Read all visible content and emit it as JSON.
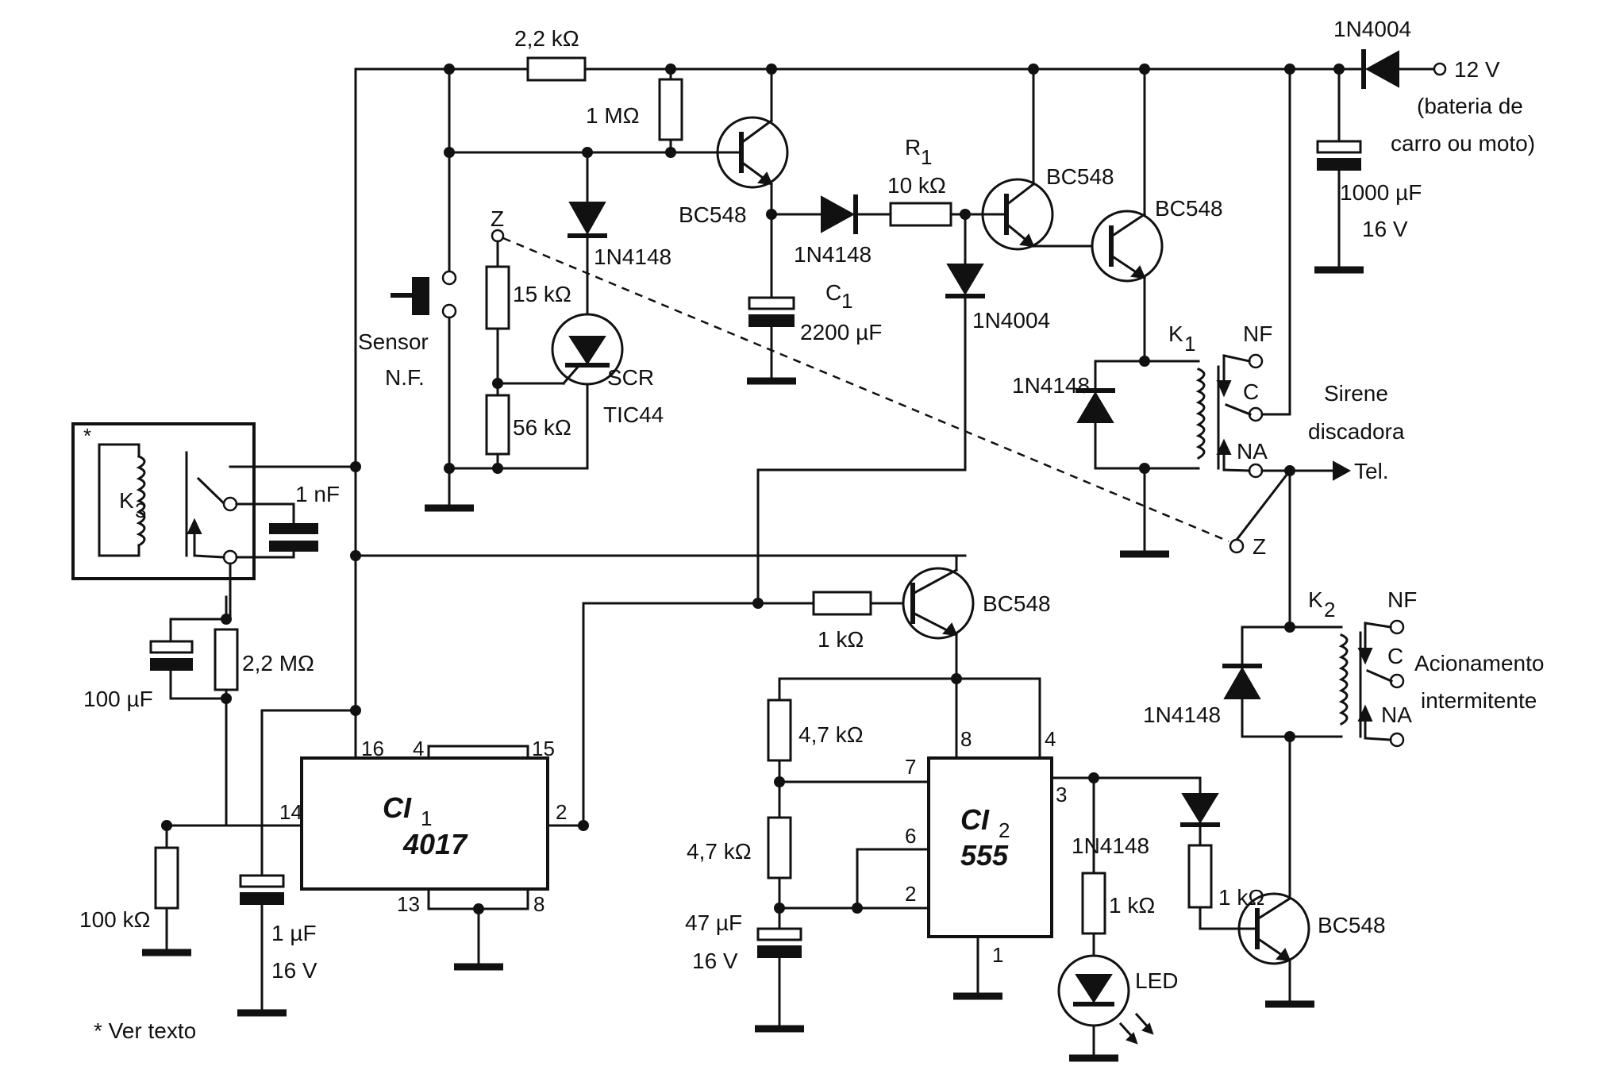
{
  "labels": {
    "r_2k2_top": "2,2 kΩ",
    "r_1m": "1 MΩ",
    "d_top_right": "1N4004",
    "supply": "12 V",
    "supply_note_1": "(bateria de",
    "supply_note_2": "carro ou moto)",
    "cap_1000_value": "1000 µF",
    "cap_1000_voltage": "16 V",
    "r1_name": "R",
    "r1_sub": "1",
    "r1_value": "10 kΩ",
    "q1": "BC548",
    "q2": "BC548",
    "q3": "BC548",
    "q4": "BC548",
    "q5": "BC548",
    "d_1n4148_a": "1N4148",
    "d_1n4148_b": "1N4148",
    "d_1n4004_mid": "1N4004",
    "d_1n4148_k1": "1N4148",
    "d_1n4148_k2": "1N4148",
    "d_1n4148_555": "1N4148",
    "c1_name": "C",
    "c1_sub": "1",
    "c1_value": "2200 µF",
    "z_top": "Z",
    "z_bottom": "Z",
    "r_15k": "15 kΩ",
    "r_56k": "56 kΩ",
    "scr_1": "SCR",
    "scr_2": "TIC44",
    "sensor_1": "Sensor",
    "sensor_2": "N.F.",
    "k1_name": "K",
    "k1_sub": "1",
    "k1_nf": "NF",
    "k1_c": "C",
    "k1_na": "NA",
    "sirene_1": "Sirene",
    "sirene_2": "discadora",
    "tel": "Tel.",
    "k2_name": "K",
    "k2_sub": "2",
    "k2_nf": "NF",
    "k2_c": "C",
    "k2_na": "NA",
    "acion_1": "Acionamento",
    "acion_2": "intermitente",
    "k3_name": "K",
    "k3_sub": "3",
    "k3_star": "*",
    "cap_1nf": "1 nF",
    "r_2m2": "2,2 MΩ",
    "cap_100u": "100 µF",
    "r_100k": "100 kΩ",
    "cap_1u_value": "1 µF",
    "cap_1u_voltage": "16 V",
    "ci1_name": "CI",
    "ci1_sub": "1",
    "ci1_part": "4017",
    "ci1_pin16": "16",
    "ci1_pin4": "4",
    "ci1_pin15": "15",
    "ci1_pin14": "14",
    "ci1_pin2": "2",
    "ci1_pin13": "13",
    "ci1_pin8": "8",
    "r_1k_base": "1 kΩ",
    "r_4k7_a": "4,7 kΩ",
    "r_4k7_b": "4,7 kΩ",
    "cap_47u_value": "47 µF",
    "cap_47u_voltage": "16 V",
    "ci2_name": "CI",
    "ci2_sub": "2",
    "ci2_part": "555",
    "ci2_pin8": "8",
    "ci2_pin4": "4",
    "ci2_pin7": "7",
    "ci2_pin6": "6",
    "ci2_pin2": "2",
    "ci2_pin3": "3",
    "ci2_pin1": "1",
    "r_1k_led": "1 kΩ",
    "r_1k_q5": "1 kΩ",
    "led": "LED",
    "footnote": "* Ver texto"
  }
}
